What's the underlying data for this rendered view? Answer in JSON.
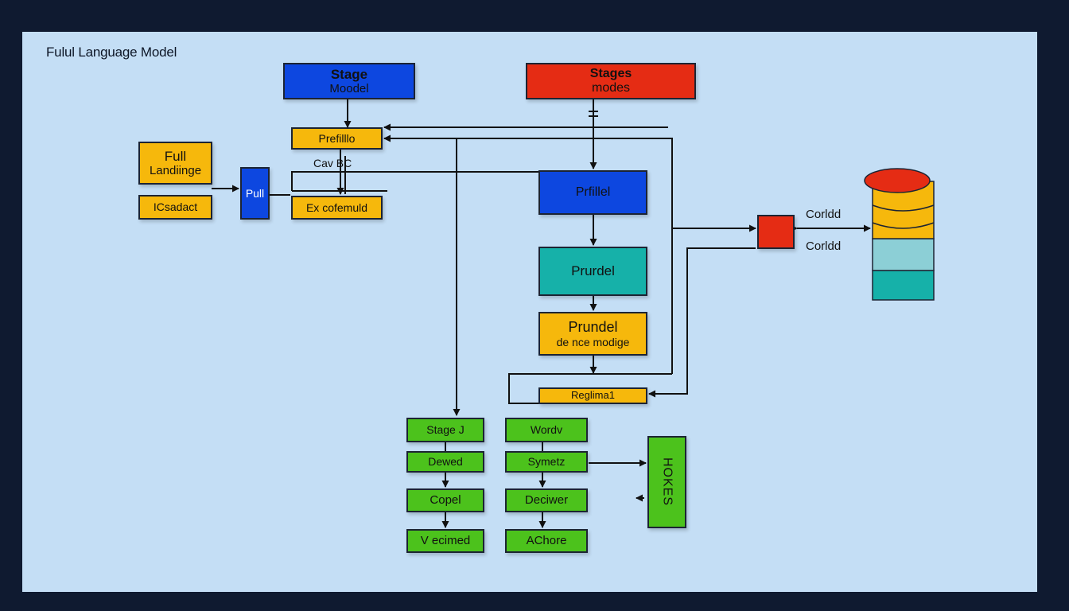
{
  "title": "Fulul Language Model",
  "nodes": {
    "stage_model": {
      "line1": "Stage",
      "line2": "Moodel"
    },
    "stages_modes": {
      "line1": "Stages",
      "line2": "modes"
    },
    "full_landinge": {
      "line1": "Full",
      "line2": "Landiinge"
    },
    "icsadact": "ICsadact",
    "pull": "Pull",
    "prefillo": "Prefilllo",
    "cav_bc": "Cav BC",
    "ex_cofemuld": "Ex cofemuld",
    "prfillel": "Prfillel",
    "prurdel_1": "Prurdel",
    "prundel_2": {
      "line1": "Prundel",
      "line2": "de nce modige"
    },
    "reglima": "Reglima1",
    "corldd_1": "Corldd",
    "corldd_2": "Corldd",
    "stage_j": "Stage J",
    "dewed": "Dewed",
    "copel": "Copel",
    "v_ecimed": "V ecimed",
    "wordv": "Wordv",
    "symetz": "Symetz",
    "deciwer": "Deciwer",
    "achore": "AChore",
    "side_box": "HOKES"
  },
  "colors": {
    "blue": "#0d47e0",
    "red": "#e52c14",
    "yellow": "#f6b80c",
    "teal": "#16b1a9",
    "green": "#4cc21c",
    "light_teal": "#8ccfd6",
    "background": "#c4def5",
    "frame": "#0f1a30"
  }
}
